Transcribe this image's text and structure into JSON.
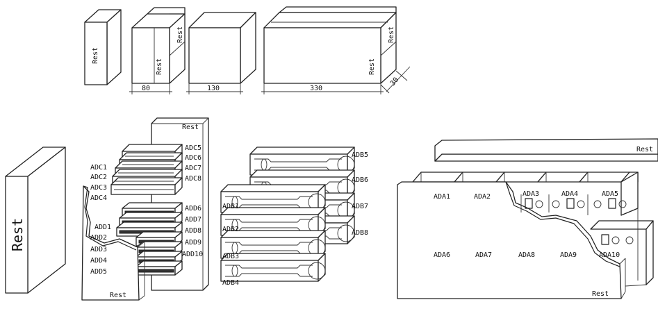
{
  "dimensions": {
    "d80": "80",
    "d130": "130",
    "d330": "330",
    "d30": "30"
  },
  "rest_label": "Rest",
  "adc_labels": [
    "ADC1",
    "ADC2",
    "ADC3",
    "ADC4",
    "ADC5",
    "ADC6",
    "ADC7",
    "ADC8"
  ],
  "add_labels": [
    "ADD1",
    "ADD2",
    "ADD3",
    "ADD4",
    "ADD5",
    "ADD6",
    "ADD7",
    "ADD8",
    "ADD9",
    "ADD10"
  ],
  "adb_labels": [
    "ADB1",
    "ADB2",
    "ADB3",
    "ADB4",
    "ADB5",
    "ADB6",
    "ADB7",
    "ADB8"
  ],
  "ada_labels": [
    "ADA1",
    "ADA2",
    "ADA3",
    "ADA4",
    "ADA5",
    "ADA6",
    "ADA7",
    "ADA8",
    "ADA9",
    "ADA10"
  ]
}
